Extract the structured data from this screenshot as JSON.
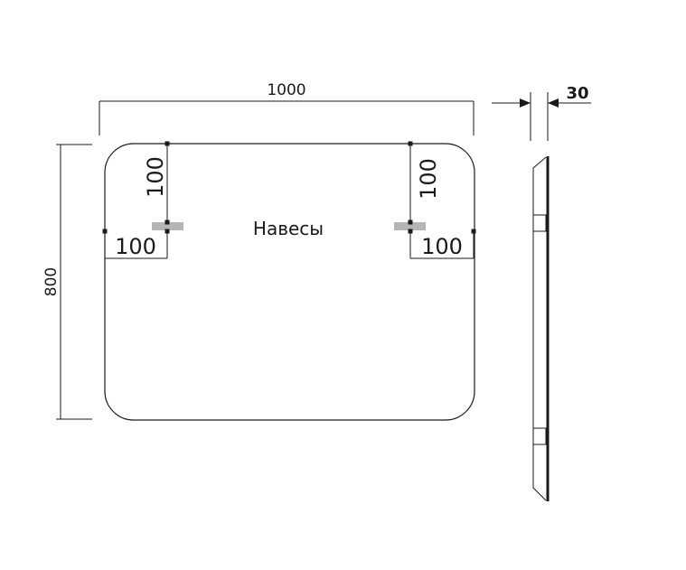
{
  "dimensions": {
    "width": "1000",
    "height": "800",
    "depth": "30",
    "left_hanger_vertical": "100",
    "left_hanger_horizontal": "100",
    "right_hanger_vertical": "100",
    "right_hanger_horizontal": "100"
  },
  "labels": {
    "hangers": "Навесы"
  },
  "colors": {
    "line": "#1a1a1a",
    "hanger_fill": "#b5b5b5",
    "background": "#ffffff"
  }
}
